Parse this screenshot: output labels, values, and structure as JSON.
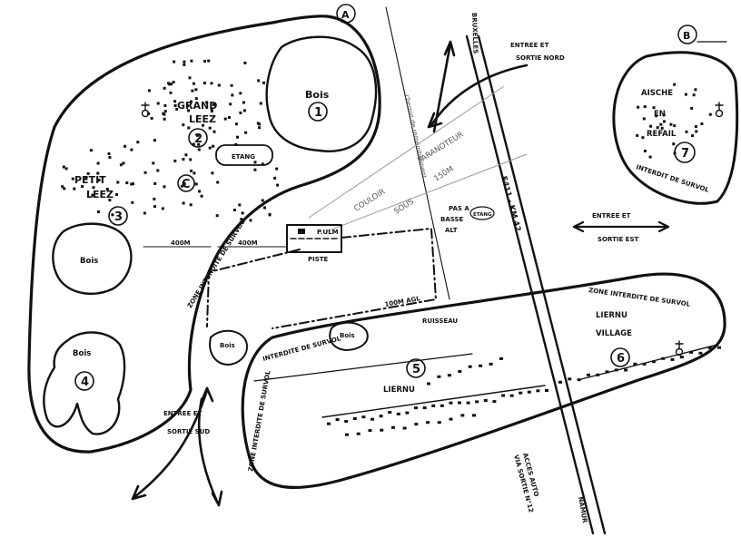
{
  "zones": {
    "a_label": "A",
    "b_label": "B",
    "interdite_west": "ZONE INTERDITE DE SURVOL",
    "interdite_center": "INTERDITE DE SURVOL",
    "interdite_east_top": "ZONE INTERDITE DE SURVOL",
    "interdite_south": "ZONE INTERDITE DE SURVOL",
    "interdite_b": "INTERDIT DE SURVOL"
  },
  "places": {
    "grand_leez_1": "GRAND",
    "grand_leez_2": "LEEZ",
    "petit_leez_1": "PETIT",
    "petit_leez_2": "LEEZ",
    "bois": "Bois",
    "etang": "ETANG",
    "aische_1": "AISCHE",
    "aische_2": "EN",
    "aische_3": "REFAIL",
    "liernu": "LIERNU",
    "liernu_village_1": "LIERNU",
    "liernu_village_2": "VILLAGE",
    "ruisseau": "RUISSEAU",
    "chemin": "chemin de remembrement",
    "road": "E411 - KM 42",
    "bruxelles": "BRUXELLES",
    "namur": "NAMUR",
    "c": "C"
  },
  "numbers": {
    "n1": "1",
    "n2": "2",
    "n3": "3",
    "n4": "4",
    "n5": "5",
    "n6": "6",
    "n7": "7"
  },
  "aviation": {
    "couloir_1": "COULOIR",
    "couloir_2": "SOUS",
    "couloir_3": "PARANOTEUR",
    "couloir_4": "150M",
    "basse_1": "PAS A",
    "basse_2": "BASSE",
    "basse_3": "ALT",
    "etang_small": "ETANG",
    "piste": "PISTE",
    "pulm": "P.ULM",
    "dist_1": "400M",
    "dist_2": "400M",
    "agl": "100M AGL"
  },
  "entries": {
    "nord_1": "ENTREE ET",
    "nord_2": "SORTIE NORD",
    "est_1": "ENTREE ET",
    "est_2": "SORTIE EST",
    "sud_1": "ENTREE ET",
    "sud_2": "SORTIE SUD",
    "auto_1": "ACCES AUTO",
    "auto_2": "VIA SORTIE N°12"
  }
}
